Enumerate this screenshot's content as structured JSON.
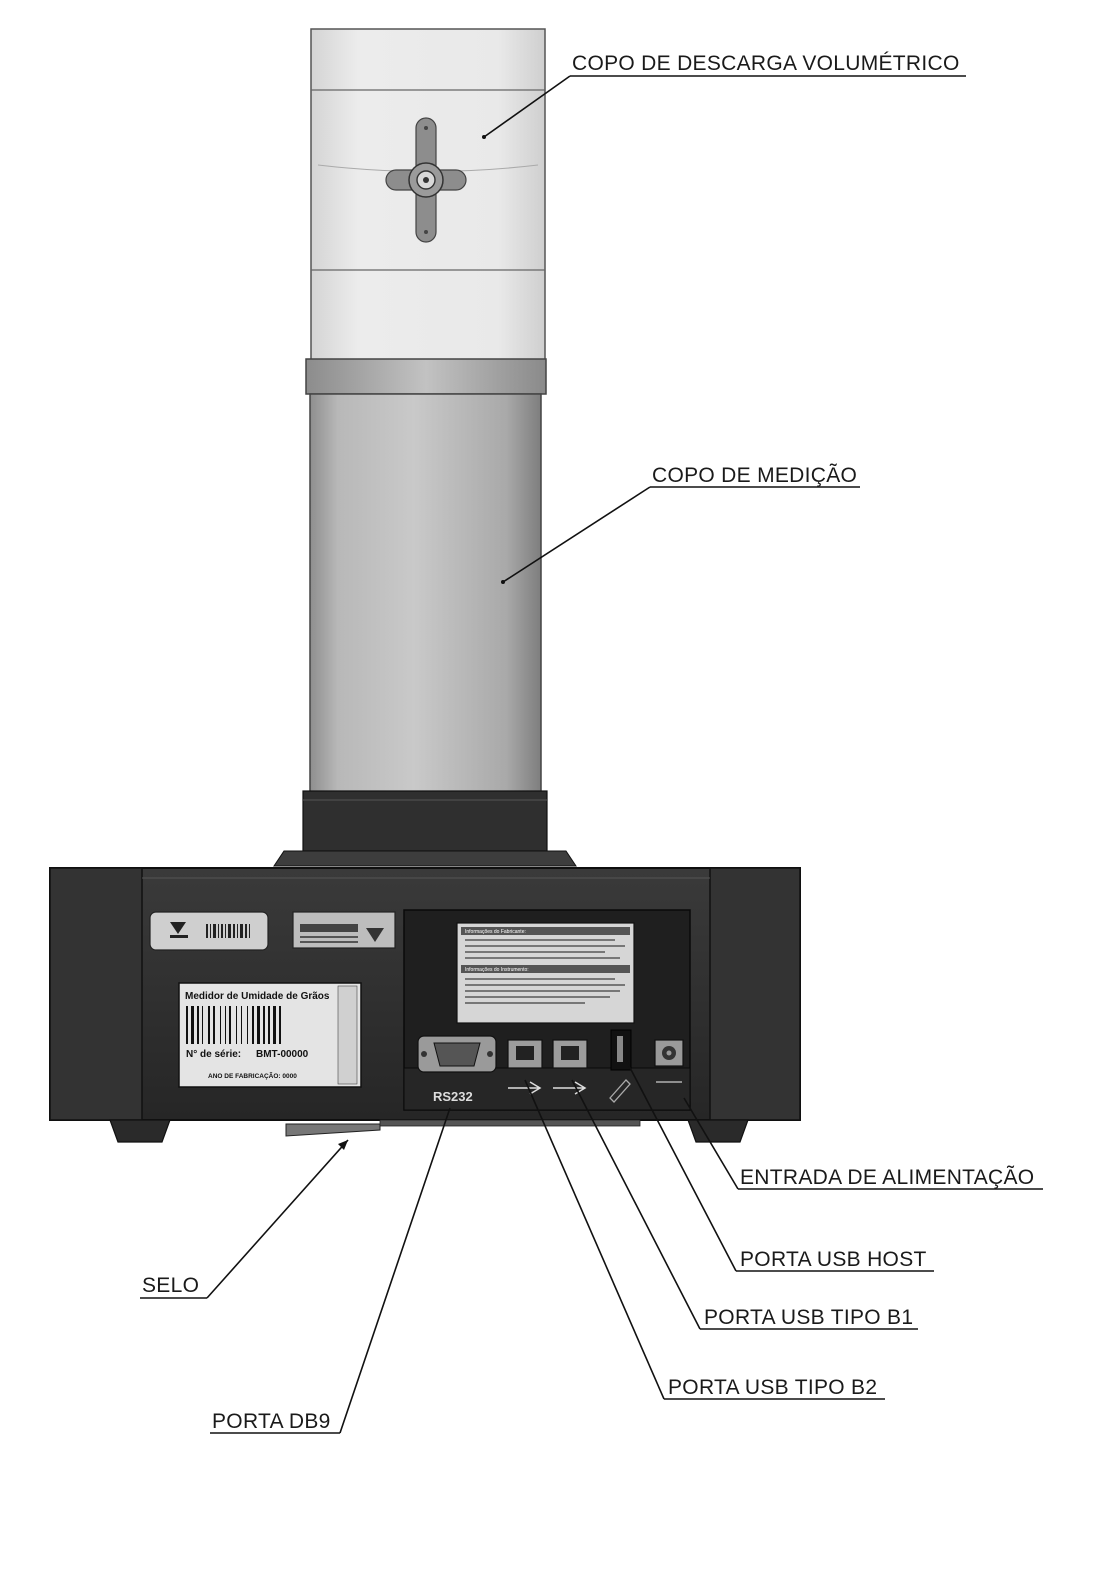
{
  "callouts": {
    "copo_descarga": "COPO DE DESCARGA VOLUMÉTRICO",
    "copo_medicao": "COPO DE MEDIÇÃO",
    "entrada_alimentacao": "ENTRADA DE ALIMENTAÇÃO",
    "porta_usb_host": "PORTA USB HOST",
    "porta_usb_b1": "PORTA USB TIPO B1",
    "porta_usb_b2": "PORTA USB TIPO B2",
    "selo": "SELO",
    "porta_db9": "PORTA DB9"
  },
  "device_labels": {
    "rs232": "RS232",
    "serial_product": "Medidor de Umidade de Grãos",
    "serial_number_label": "N° de série:",
    "serial_number_value": "BMT-00000",
    "manufacture_year": "ANO DE FABRICAÇÃO: 0000",
    "manufacturer_info_title": "Informações do Fabricante:",
    "instrument_info_title": "Informações do Instrumento:"
  },
  "colors": {
    "body_dark": "#2e2e2e",
    "tube_grey": "#b5b5b5",
    "cup_light": "#e6e6e6",
    "line": "#111111"
  }
}
